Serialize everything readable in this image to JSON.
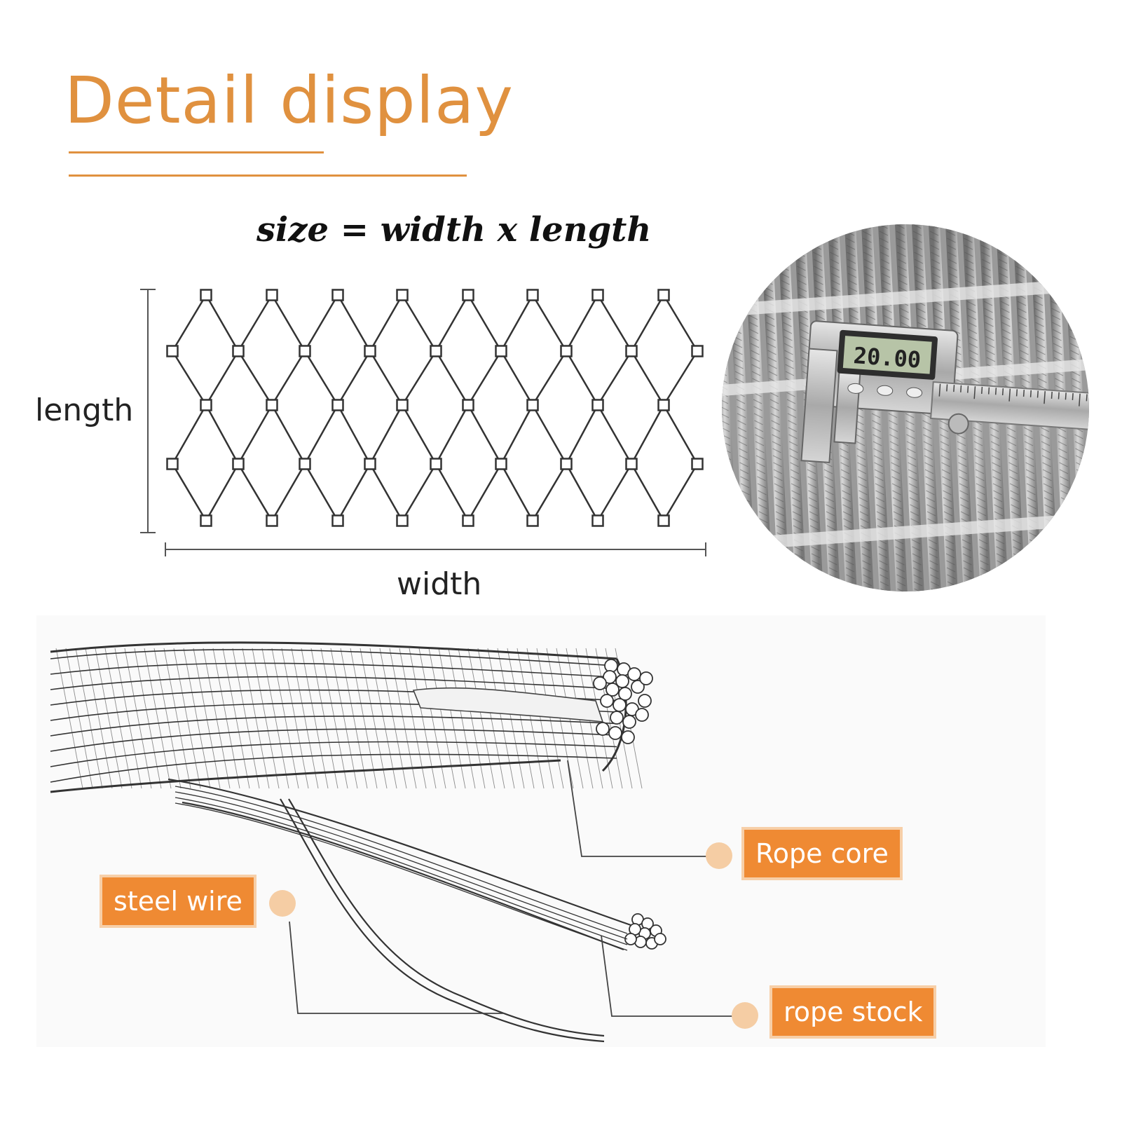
{
  "title": "Detail display",
  "formula": "size = width x length",
  "dimension_labels": {
    "length": "length",
    "width": "width"
  },
  "caliper_reading": "20.00",
  "callouts": {
    "rope_core": "Rope core",
    "steel_wire": "steel wire",
    "rope_stock": "rope stock"
  },
  "colors": {
    "accent": "#e0913f",
    "callout_fill": "#ef8a33",
    "dot": "#f5cda4"
  }
}
